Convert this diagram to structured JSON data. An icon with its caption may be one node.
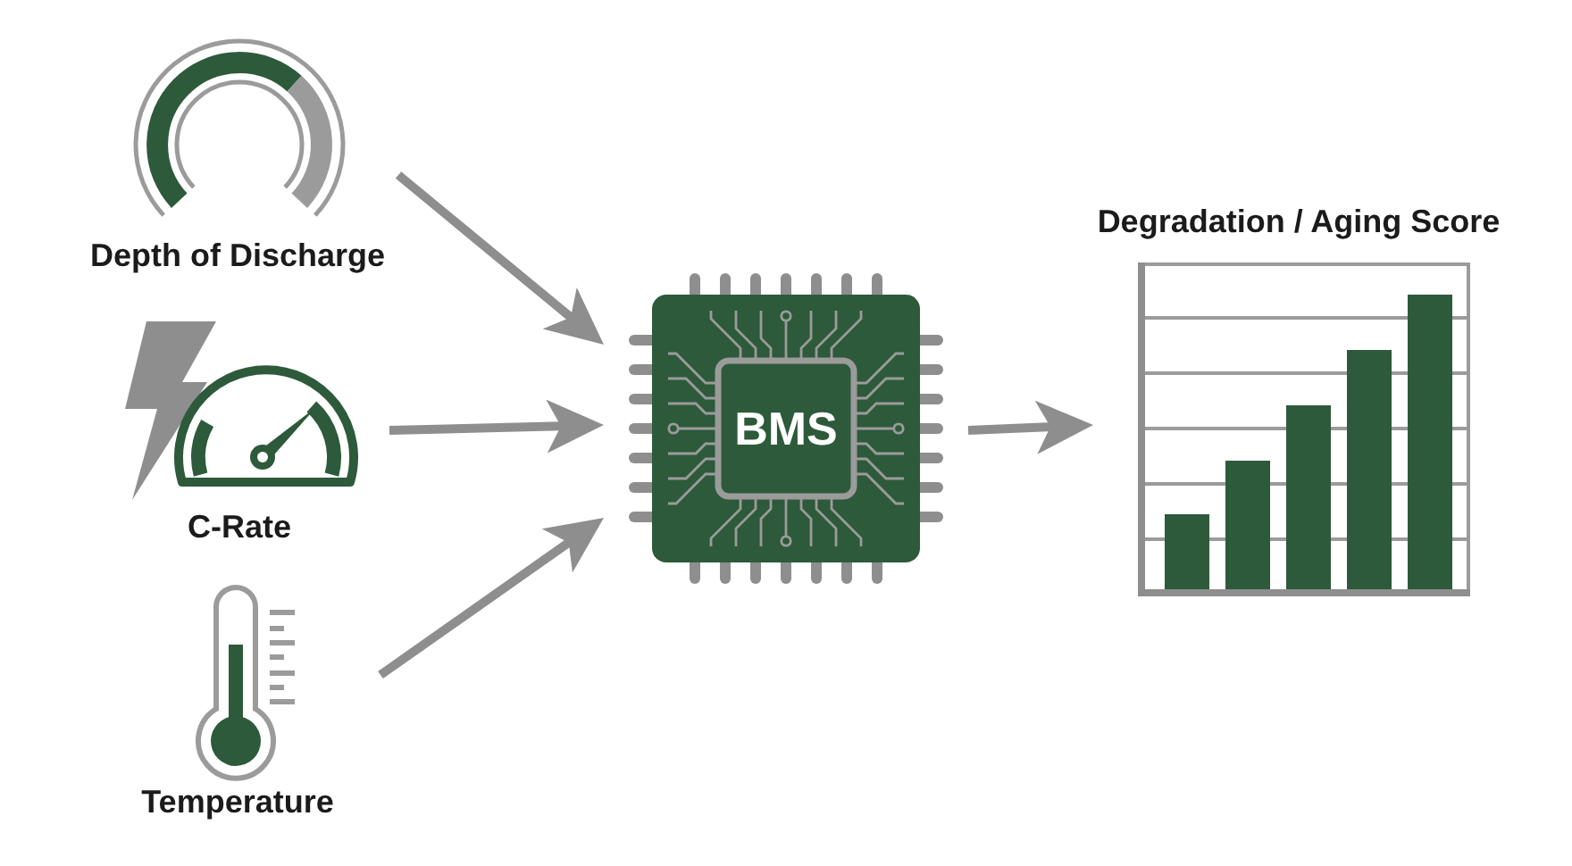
{
  "diagram": {
    "nodes": [
      {
        "text": [
          "Depth of Discharge"
        ]
      },
      {
        "text": [
          "C-Rate"
        ]
      },
      {
        "text": [
          "Temperature"
        ]
      },
      {
        "text": [
          "BMS"
        ]
      },
      {
        "text": [
          "Degradation / Aging Score"
        ]
      }
    ],
    "edges": [
      {
        "from": 0,
        "to": 3,
        "arrow": "to"
      },
      {
        "from": 1,
        "to": 3,
        "arrow": "to"
      },
      {
        "from": 2,
        "to": 3,
        "arrow": "to"
      },
      {
        "from": 3,
        "to": 4,
        "arrow": "to"
      }
    ]
  }
}
